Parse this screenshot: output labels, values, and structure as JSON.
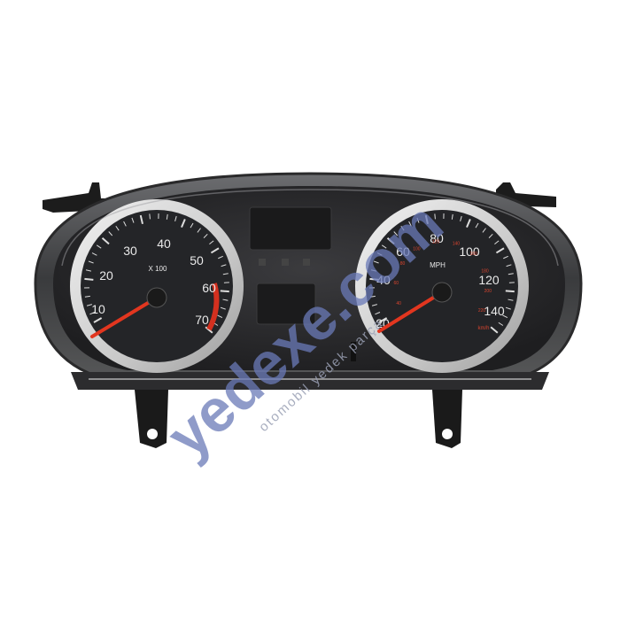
{
  "tachometer": {
    "unit_label": "X 100",
    "scale_labels": [
      "10",
      "20",
      "30",
      "40",
      "50",
      "60",
      "70"
    ],
    "needle_color": "#e2361f"
  },
  "speedometer": {
    "unit_label": "MPH",
    "unit_label_secondary": "km/h",
    "scale_labels": [
      "20",
      "40",
      "60",
      "80",
      "100",
      "120",
      "140"
    ],
    "kmh_labels": [
      "40",
      "60",
      "80",
      "100",
      "120",
      "140",
      "160",
      "180",
      "200",
      "220"
    ],
    "needle_color": "#e2361f"
  },
  "watermark": {
    "brand": "yedexe.com",
    "tagline": "otomobil yedek parça",
    "colors": {
      "primary": "#6a7ab8",
      "accent": "#f2b23a"
    }
  }
}
